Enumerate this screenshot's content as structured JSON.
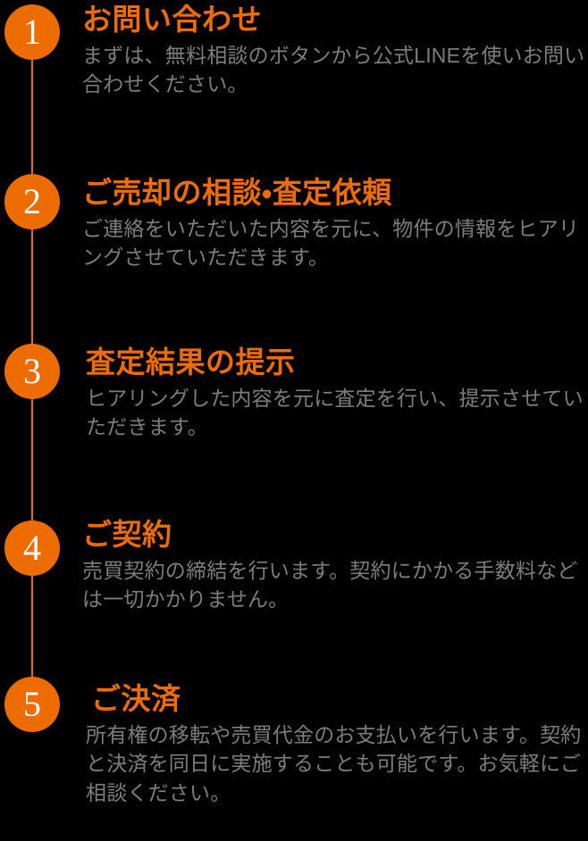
{
  "theme": {
    "background": "#000000",
    "accent": "#ED6C00",
    "badge_number_color": "#FFFFFF",
    "body_text_color": "#7D7D7D"
  },
  "flow": {
    "connector": "vertical-line",
    "steps": [
      {
        "number": "1",
        "title": "お問い合わせ",
        "text": "まずは、無料相談のボタンから公式LINEを使いお問い合わせください。"
      },
      {
        "number": "2",
        "title": "ご売却の相談・査定依頼",
        "text": "ご連絡をいただいた内容を元に、物件の情報をヒアリングさせていただきます。"
      },
      {
        "number": "3",
        "title": "査定結果の提示",
        "text": "ヒアリングした内容を元に査定を行い、提示させていただきます。"
      },
      {
        "number": "4",
        "title": "ご契約",
        "text": "売買契約の締結を行います。契約にかかる手数料などは一切かかりません。"
      },
      {
        "number": "5",
        "title": "ご決済",
        "text": "所有権の移転や売買代金のお支払いを行います。契約と決済を同日に実施することも可能です。お気軽にご相談ください。"
      }
    ]
  }
}
